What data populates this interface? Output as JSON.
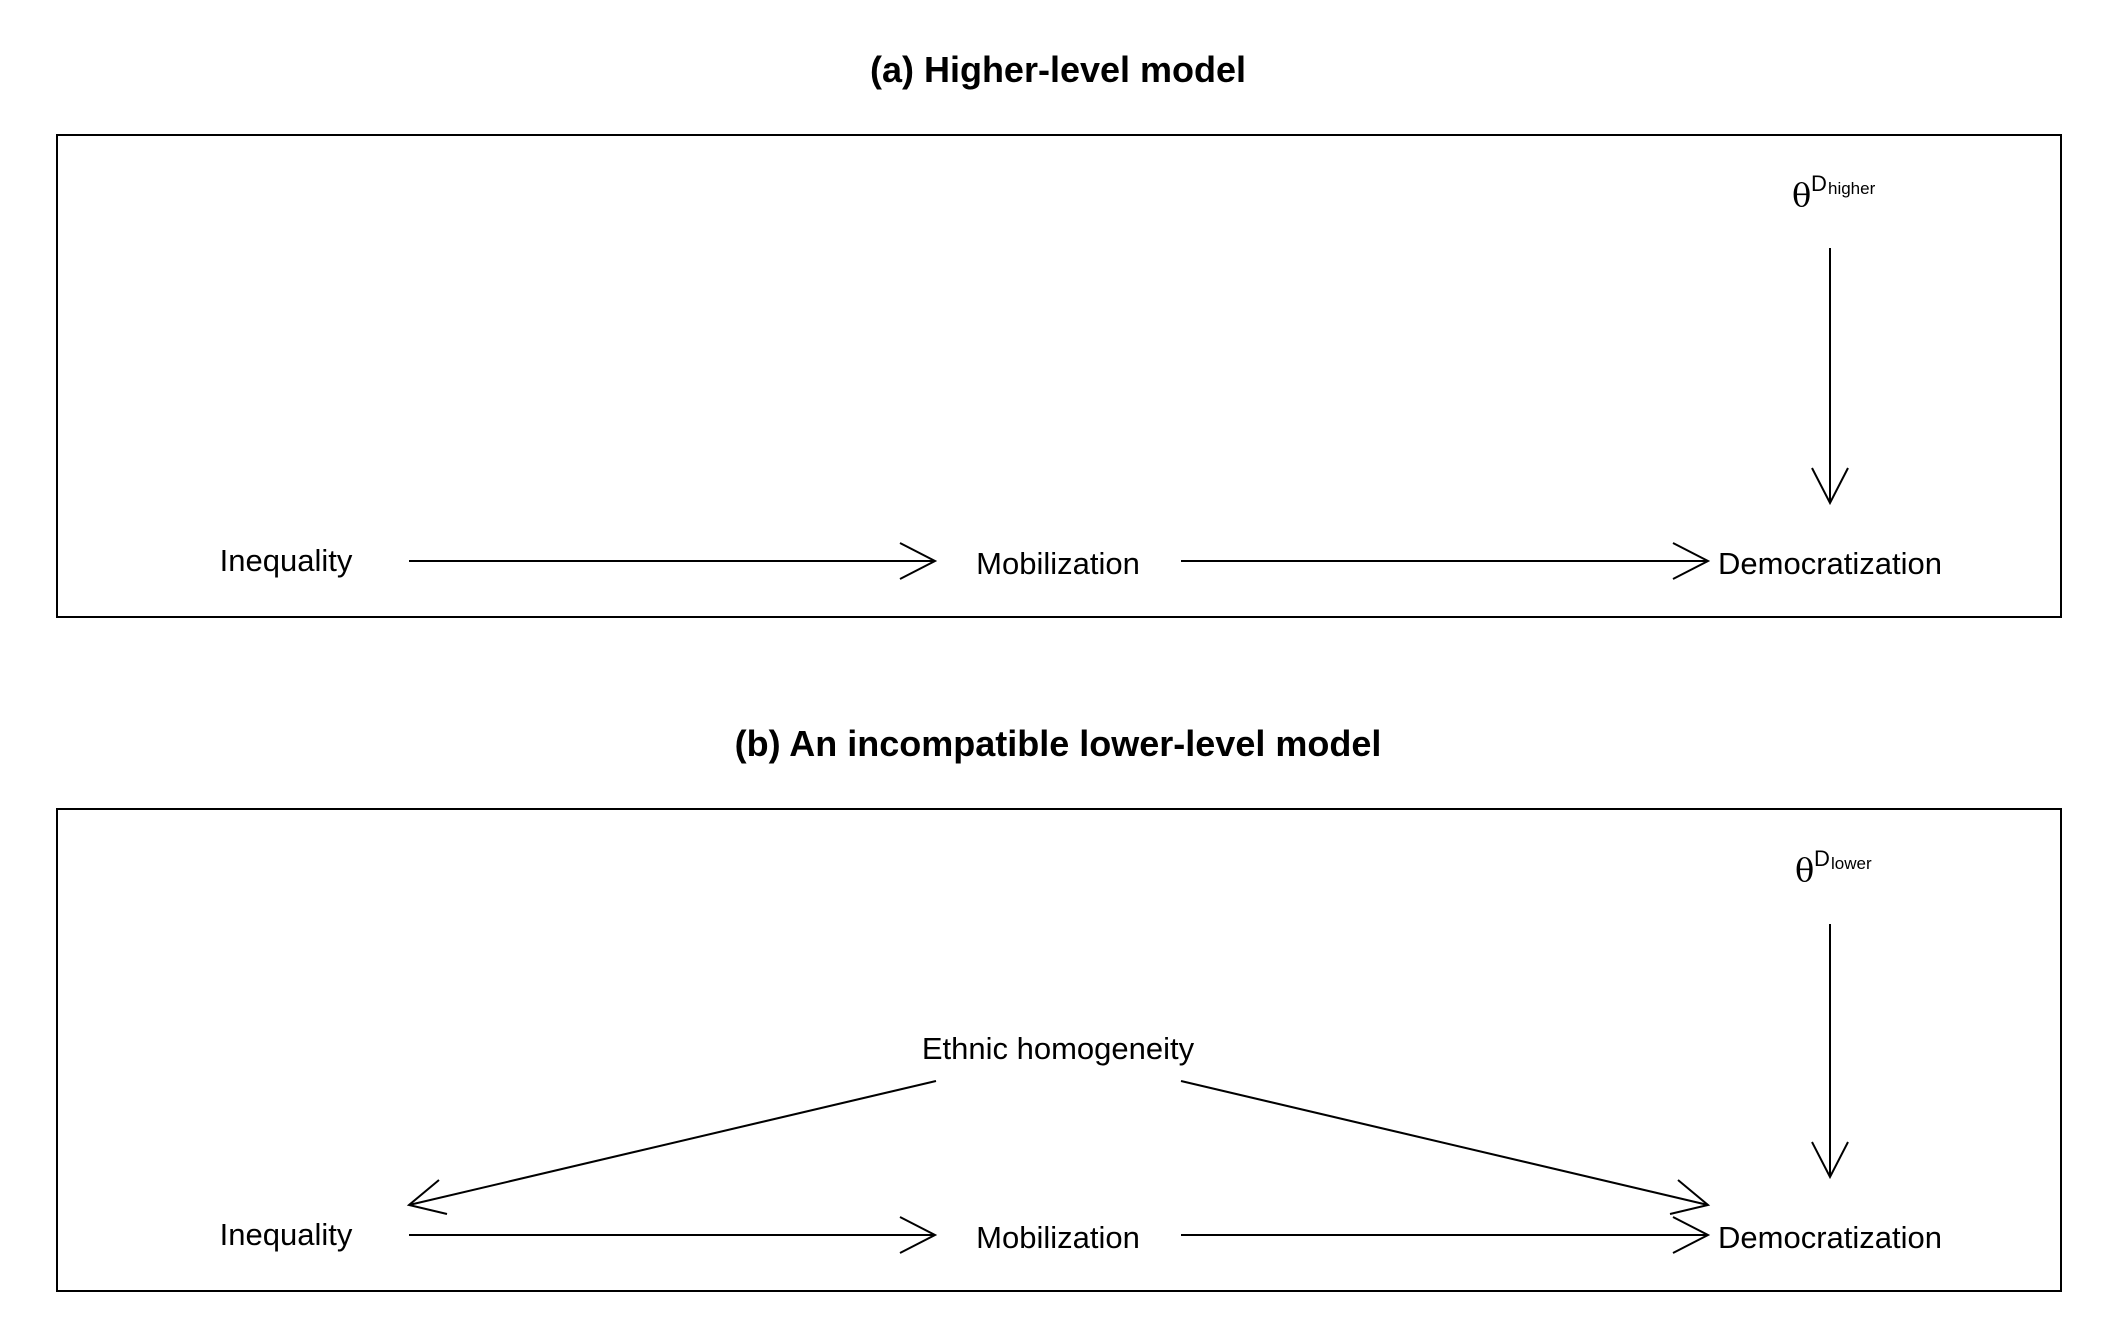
{
  "panels": [
    {
      "title": "(a) Higher-level model",
      "nodes": {
        "inequality": "Inequality",
        "mobilization": "Mobilization",
        "democratization": "Democratization"
      },
      "theta": {
        "symbol": "θ",
        "superscript": "D",
        "subscript": "higher"
      },
      "edges": [
        [
          "inequality",
          "mobilization"
        ],
        [
          "mobilization",
          "democratization"
        ],
        [
          "theta",
          "democratization"
        ]
      ]
    },
    {
      "title": "(b) An incompatible lower-level model",
      "nodes": {
        "ethnic": "Ethnic homogeneity",
        "inequality": "Inequality",
        "mobilization": "Mobilization",
        "democratization": "Democratization"
      },
      "theta": {
        "symbol": "θ",
        "superscript": "D",
        "subscript": "lower"
      },
      "edges": [
        [
          "inequality",
          "mobilization"
        ],
        [
          "mobilization",
          "democratization"
        ],
        [
          "theta",
          "democratization"
        ],
        [
          "ethnic",
          "inequality"
        ],
        [
          "ethnic",
          "democratization"
        ]
      ]
    }
  ]
}
